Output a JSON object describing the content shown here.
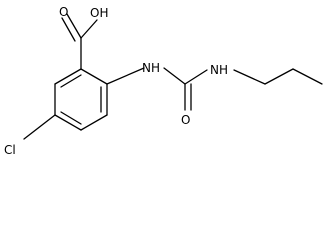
{
  "molecule": {
    "atoms": {
      "hydroxyl": "OH",
      "carbonyl_oxygen_acid": "O",
      "chlorine": "Cl",
      "amine_nh_1": "NH",
      "amine_nh_2": "NH",
      "carbonyl_oxygen_urea": "O"
    }
  }
}
